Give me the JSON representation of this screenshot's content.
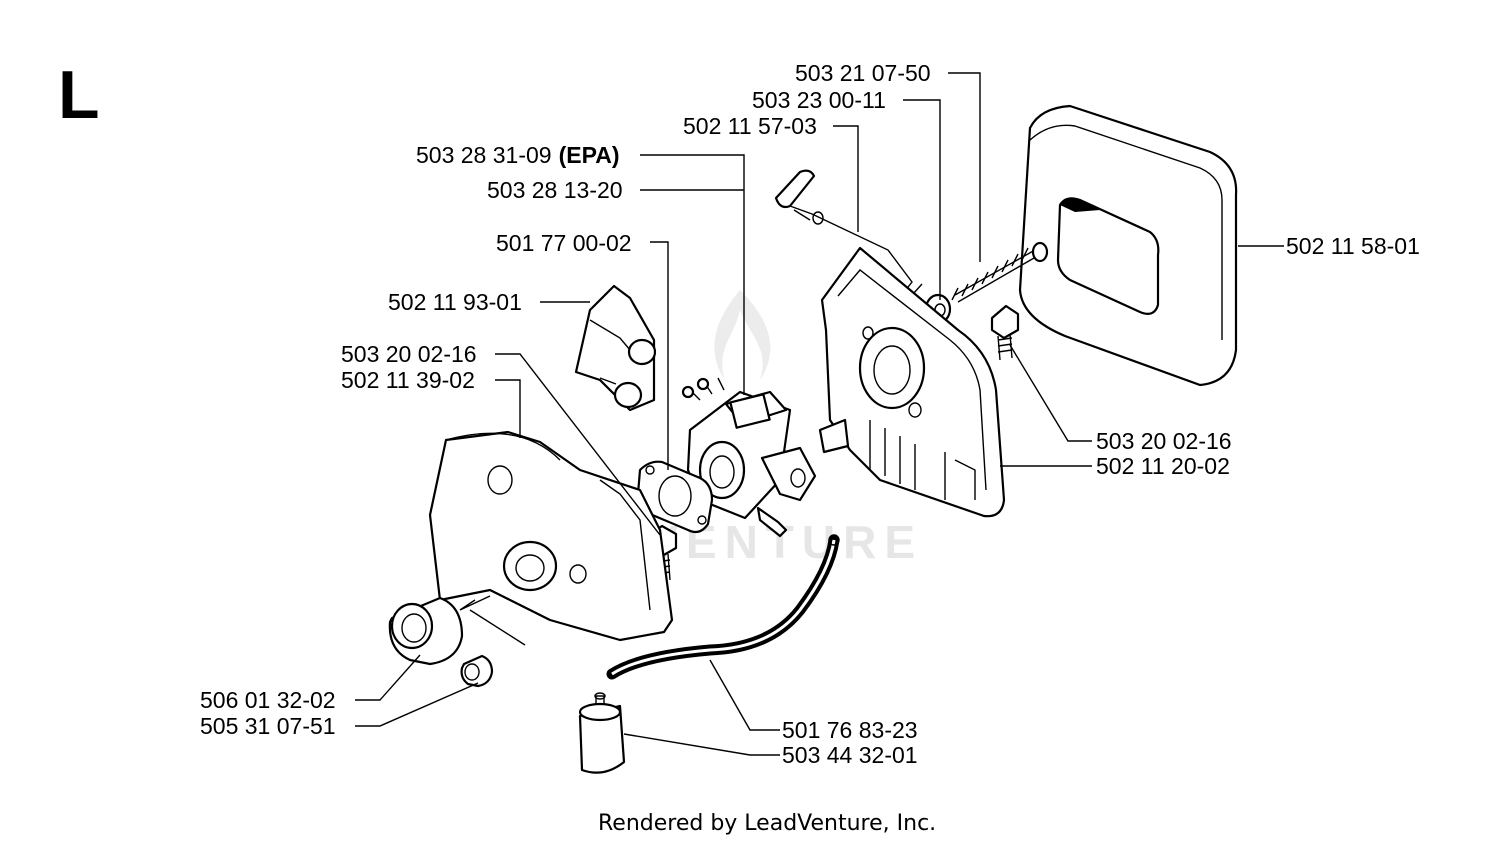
{
  "section_letter": "L",
  "watermark": "LEADVENTURE",
  "footer": "Rendered by LeadVenture, Inc.",
  "labels": {
    "p503210750": "503 21 07-50",
    "p503230011": "503 23 00-11",
    "p502115703": "502 11 57-03",
    "p503283109": "503 28 31-09",
    "p503283109_suffix": "(EPA)",
    "p503281320": "503 28 13-20",
    "p501770002": "501 77 00-02",
    "p502119301": "502 11 93-01",
    "p503200216_left": "503 20 02-16",
    "p502113902": "502 11 39-02",
    "p502115801": "502 11 58-01",
    "p503200216_right": "503 20 02-16",
    "p502112002": "502 11 20-02",
    "p506013202": "506 01 32-02",
    "p505310751": "505 31 07-51",
    "p501768323": "501 76 83-23",
    "p503443201": "503 44 32-01"
  }
}
